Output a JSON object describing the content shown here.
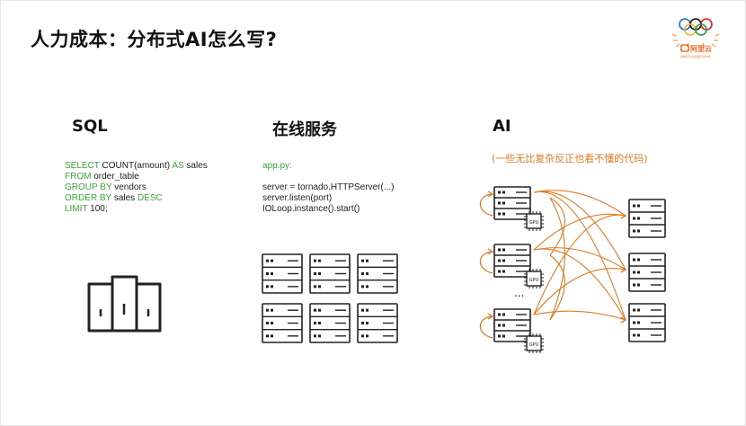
{
  "title": "人力成本：分布式AI怎么写?",
  "logo": {
    "brand": "阿里云",
    "tagline": "奥林匹克全球云服务合作伙伴"
  },
  "sql": {
    "heading": "SQL",
    "lines": [
      {
        "kw": "SELECT",
        "text": " COUNT(amount) ",
        "kw2": "AS",
        "text2": " sales"
      },
      {
        "kw": "FROM",
        "text": " order_table",
        "kw2": "",
        "text2": ""
      },
      {
        "kw": "GROUP BY",
        "text": " vendors",
        "kw2": "",
        "text2": ""
      },
      {
        "kw": "ORDER BY",
        "text": " sales ",
        "kw2": "DESC",
        "text2": ""
      },
      {
        "kw": "LIMIT",
        "text": " 100;",
        "kw2": "",
        "text2": ""
      }
    ]
  },
  "online": {
    "heading": "在线服务",
    "file": "app.py:",
    "lines": [
      "server = tornado.HTTPServer(...)",
      "server.listen(port)",
      "IOLoop.instance().start()"
    ]
  },
  "ai": {
    "heading": "AI",
    "note": "(一些无比复杂反正也看不懂的代码)",
    "ellipsis": "...",
    "gpu_label": "GPU"
  },
  "colors": {
    "green": "#3aa83a",
    "orange": "#e07a1f",
    "stroke": "#222222"
  }
}
